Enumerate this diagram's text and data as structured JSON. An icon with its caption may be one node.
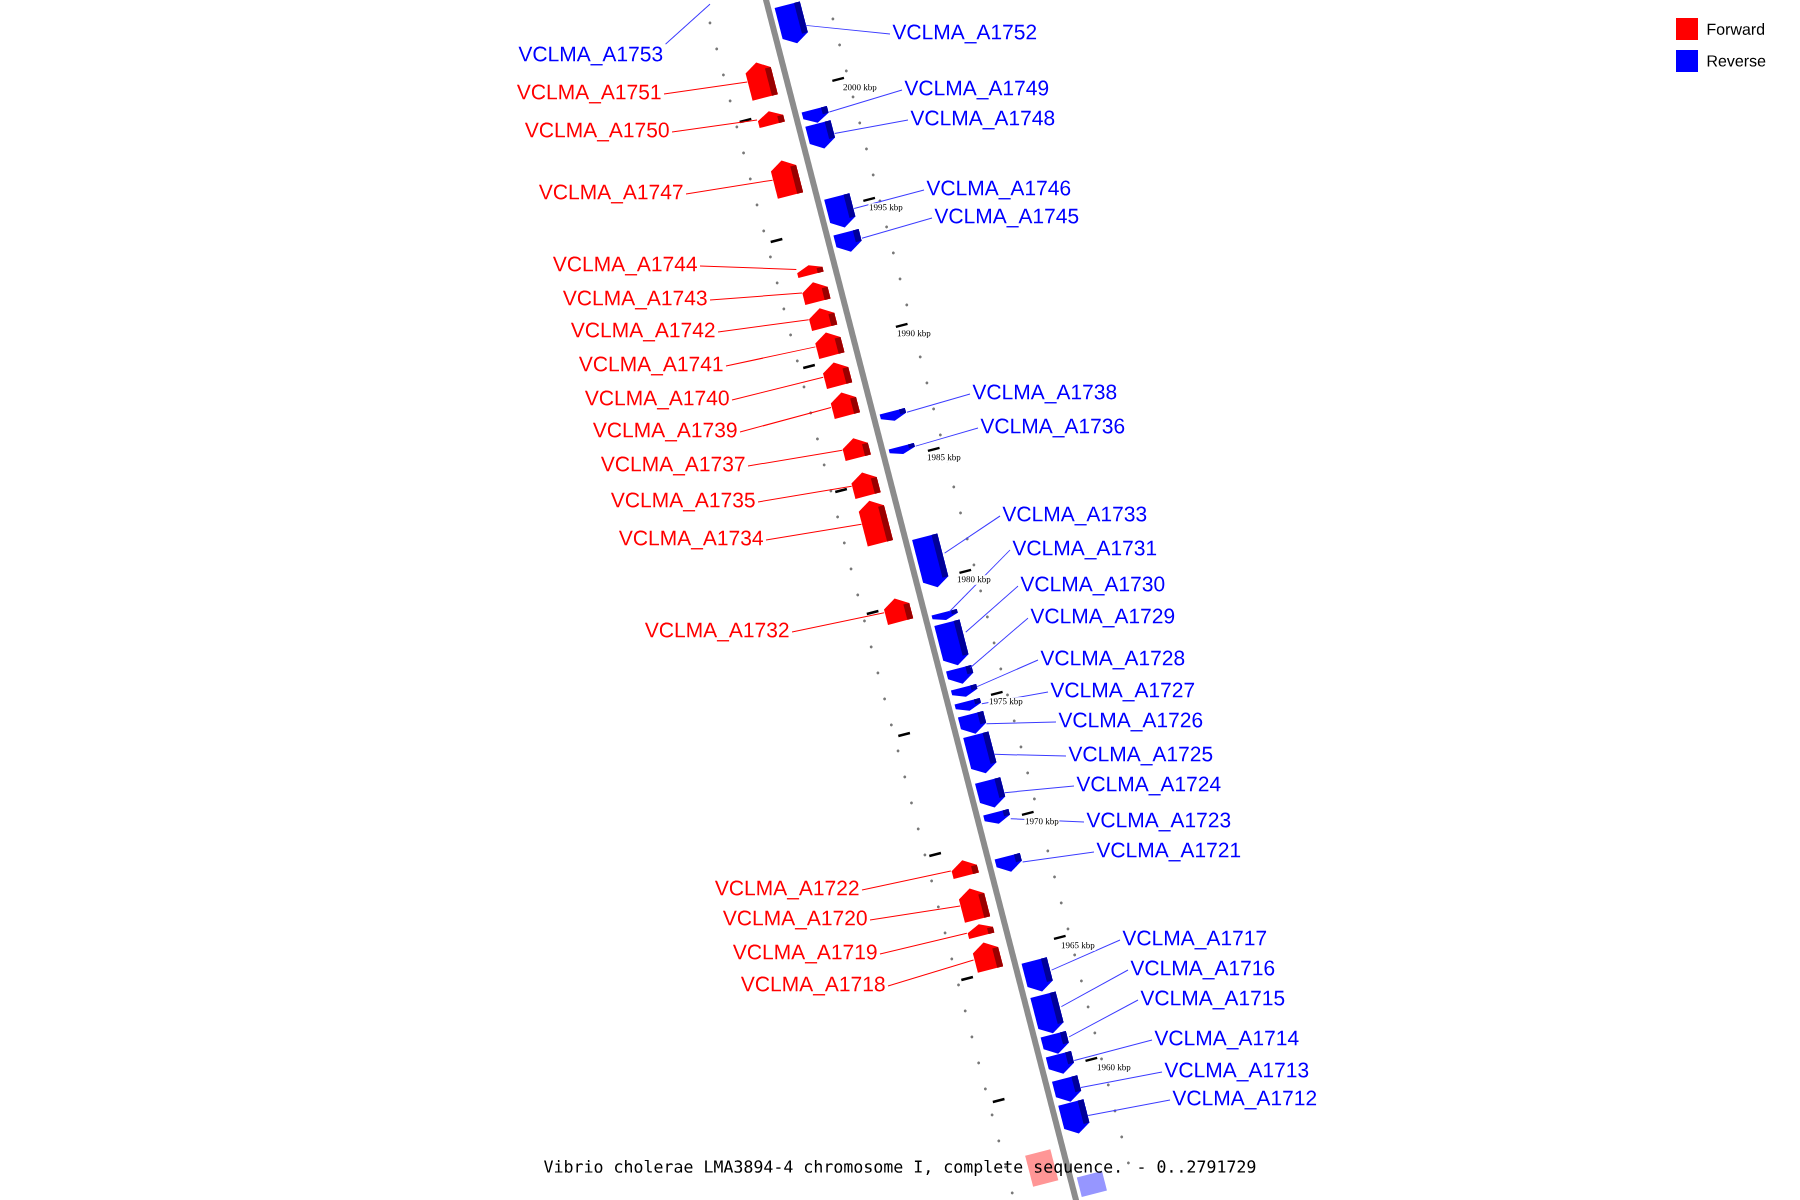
{
  "diagram": {
    "caption": "Vibrio cholerae LMA3894-4 chromosome I, complete sequence. - 0..2791729",
    "nodes": [
      {
        "text": [
          "VCLMA_A1753"
        ]
      },
      {
        "text": [
          "VCLMA_A1752"
        ]
      },
      {
        "text": [
          "VCLMA_A1751"
        ]
      },
      {
        "text": [
          "VCLMA_A1749"
        ]
      },
      {
        "text": [
          "VCLMA_A1750"
        ]
      },
      {
        "text": [
          "VCLMA_A1748"
        ]
      },
      {
        "text": [
          "VCLMA_A1746"
        ]
      },
      {
        "text": [
          "VCLMA_A1747"
        ]
      },
      {
        "text": [
          "VCLMA_A1745"
        ]
      },
      {
        "text": [
          "VCLMA_A1744"
        ]
      },
      {
        "text": [
          "VCLMA_A1743"
        ]
      },
      {
        "text": [
          "VCLMA_A1742"
        ]
      },
      {
        "text": [
          "VCLMA_A1741"
        ]
      },
      {
        "text": [
          "VCLMA_A1740"
        ]
      },
      {
        "text": [
          "VCLMA_A1738"
        ]
      },
      {
        "text": [
          "VCLMA_A1739"
        ]
      },
      {
        "text": [
          "VCLMA_A1736"
        ]
      },
      {
        "text": [
          "VCLMA_A1737"
        ]
      },
      {
        "text": [
          "VCLMA_A1735"
        ]
      },
      {
        "text": [
          "VCLMA_A1734"
        ]
      },
      {
        "text": [
          "VCLMA_A1733"
        ]
      },
      {
        "text": [
          "VCLMA_A1731"
        ]
      },
      {
        "text": [
          "VCLMA_A1730"
        ]
      },
      {
        "text": [
          "VCLMA_A1732"
        ]
      },
      {
        "text": [
          "VCLMA_A1729"
        ]
      },
      {
        "text": [
          "VCLMA_A1728"
        ]
      },
      {
        "text": [
          "VCLMA_A1727"
        ]
      },
      {
        "text": [
          "VCLMA_A1726"
        ]
      },
      {
        "text": [
          "VCLMA_A1725"
        ]
      },
      {
        "text": [
          "VCLMA_A1724"
        ]
      },
      {
        "text": [
          "VCLMA_A1723"
        ]
      },
      {
        "text": [
          "VCLMA_A1721"
        ]
      },
      {
        "text": [
          "VCLMA_A1722"
        ]
      },
      {
        "text": [
          "VCLMA_A1720"
        ]
      },
      {
        "text": [
          "VCLMA_A1719"
        ]
      },
      {
        "text": [
          "VCLMA_A1718"
        ]
      },
      {
        "text": [
          "VCLMA_A1717"
        ]
      },
      {
        "text": [
          "VCLMA_A1716"
        ]
      },
      {
        "text": [
          "VCLMA_A1715"
        ]
      },
      {
        "text": [
          "VCLMA_A1714"
        ]
      },
      {
        "text": [
          "VCLMA_A1713"
        ]
      },
      {
        "text": [
          "VCLMA_A1712"
        ]
      },
      {
        "text": [],
        "shape": "box"
      },
      {
        "text": [],
        "shape": "box"
      },
      {
        "text": [],
        "shape": "box"
      },
      {
        "text": [],
        "shape": "box"
      },
      {
        "text": [],
        "shape": "box"
      },
      {
        "text": [],
        "shape": "box"
      },
      {
        "text": [],
        "shape": "box"
      },
      {
        "text": [],
        "shape": "box"
      },
      {
        "text": [],
        "shape": "box"
      },
      {
        "text": [],
        "shape": "box"
      },
      {
        "text": [],
        "shape": "box"
      },
      {
        "text": [],
        "shape": "box"
      },
      {
        "text": [],
        "shape": "box"
      },
      {
        "text": [],
        "shape": "box"
      },
      {
        "text": [],
        "shape": "box"
      },
      {
        "text": [],
        "shape": "box"
      },
      {
        "text": [],
        "shape": "box"
      },
      {
        "text": [],
        "shape": "box"
      },
      {
        "text": [],
        "shape": "box"
      },
      {
        "text": [],
        "shape": "box"
      },
      {
        "text": [],
        "shape": "box"
      },
      {
        "text": [],
        "shape": "box"
      },
      {
        "text": [],
        "shape": "box"
      },
      {
        "text": [],
        "shape": "box"
      },
      {
        "text": [],
        "shape": "box"
      },
      {
        "text": [],
        "shape": "box"
      },
      {
        "text": [],
        "shape": "box"
      },
      {
        "text": [],
        "shape": "box"
      },
      {
        "text": [],
        "shape": "box"
      },
      {
        "text": [],
        "shape": "box"
      },
      {
        "text": [],
        "shape": "box"
      },
      {
        "text": [],
        "shape": "box"
      },
      {
        "text": [],
        "shape": "box"
      },
      {
        "text": [],
        "shape": "box"
      },
      {
        "text": [],
        "shape": "box"
      },
      {
        "text": [],
        "shape": "box"
      },
      {
        "text": [],
        "shape": "box"
      },
      {
        "text": [],
        "shape": "box"
      },
      {
        "text": [],
        "shape": "box"
      },
      {
        "text": [],
        "shape": "box"
      },
      {
        "text": [],
        "shape": "box"
      }
    ],
    "edges": [
      {
        "from": 0,
        "to": null,
        "arrow": "none"
      },
      {
        "from": 1,
        "to": 42,
        "arrow": "none"
      },
      {
        "from": 2,
        "to": 43,
        "arrow": "none",
        "color": "#ff0000"
      },
      {
        "from": 3,
        "to": 44,
        "arrow": "none"
      },
      {
        "from": 4,
        "to": 45,
        "arrow": "none",
        "color": "#ff0000"
      },
      {
        "from": 5,
        "to": 46,
        "arrow": "none"
      },
      {
        "from": 6,
        "to": 47,
        "arrow": "none"
      },
      {
        "from": 7,
        "to": 48,
        "arrow": "none",
        "color": "#ff0000"
      },
      {
        "from": 8,
        "to": 49,
        "arrow": "none"
      },
      {
        "from": 9,
        "to": 50,
        "arrow": "none",
        "color": "#ff0000"
      },
      {
        "from": 10,
        "to": 51,
        "arrow": "none",
        "color": "#ff0000"
      },
      {
        "from": 11,
        "to": 52,
        "arrow": "none",
        "color": "#ff0000"
      },
      {
        "from": 12,
        "to": 53,
        "arrow": "none",
        "color": "#ff0000"
      },
      {
        "from": 13,
        "to": 54,
        "arrow": "none",
        "color": "#ff0000"
      },
      {
        "from": 14,
        "to": 55,
        "arrow": "none"
      },
      {
        "from": 15,
        "to": 56,
        "arrow": "none",
        "color": "#ff0000"
      },
      {
        "from": 16,
        "to": 57,
        "arrow": "none"
      },
      {
        "from": 17,
        "to": 58,
        "arrow": "none",
        "color": "#ff0000"
      },
      {
        "from": 18,
        "to": 59,
        "arrow": "none",
        "color": "#ff0000"
      },
      {
        "from": 19,
        "to": 60,
        "arrow": "none",
        "color": "#ff0000"
      },
      {
        "from": 20,
        "to": 61,
        "arrow": "none"
      },
      {
        "from": 21,
        "to": 62,
        "arrow": "none"
      },
      {
        "from": 22,
        "to": 63,
        "arrow": "none"
      },
      {
        "from": 23,
        "to": 64,
        "arrow": "none",
        "color": "#ff0000"
      },
      {
        "from": 24,
        "to": 65,
        "arrow": "none"
      },
      {
        "from": 25,
        "to": 66,
        "arrow": "none"
      },
      {
        "from": 26,
        "to": 67,
        "arrow": "none"
      },
      {
        "from": 27,
        "to": 68,
        "arrow": "none"
      },
      {
        "from": 28,
        "to": 69,
        "arrow": "none"
      },
      {
        "from": 29,
        "to": 70,
        "arrow": "none"
      },
      {
        "from": 30,
        "to": 71,
        "arrow": "none"
      },
      {
        "from": 31,
        "to": 72,
        "arrow": "none"
      },
      {
        "from": 32,
        "to": 73,
        "arrow": "none",
        "color": "#ff0000"
      },
      {
        "from": 33,
        "to": 74,
        "arrow": "none",
        "color": "#ff0000"
      },
      {
        "from": 34,
        "to": 75,
        "arrow": "none",
        "color": "#ff0000"
      },
      {
        "from": 35,
        "to": 76,
        "arrow": "none",
        "color": "#ff0000"
      },
      {
        "from": 36,
        "to": 77,
        "arrow": "none"
      },
      {
        "from": 37,
        "to": 78,
        "arrow": "none"
      },
      {
        "from": 38,
        "to": 79,
        "arrow": "none"
      },
      {
        "from": 39,
        "to": 80,
        "arrow": "none"
      },
      {
        "from": 40,
        "to": 81,
        "arrow": "none"
      },
      {
        "from": 41,
        "to": 82,
        "arrow": "none"
      }
    ],
    "labels": [
      "2000 kbp",
      "1995 kbp",
      "1990 kbp",
      "1985 kbp",
      "1980 kbp",
      "1975 kbp",
      "1970 kbp",
      "1965 kbp",
      "1960 kbp"
    ],
    "legend": [
      {
        "text": "Forward",
        "color": "#ff0000"
      },
      {
        "text": "Reverse",
        "color": "#0000ff"
      }
    ]
  }
}
